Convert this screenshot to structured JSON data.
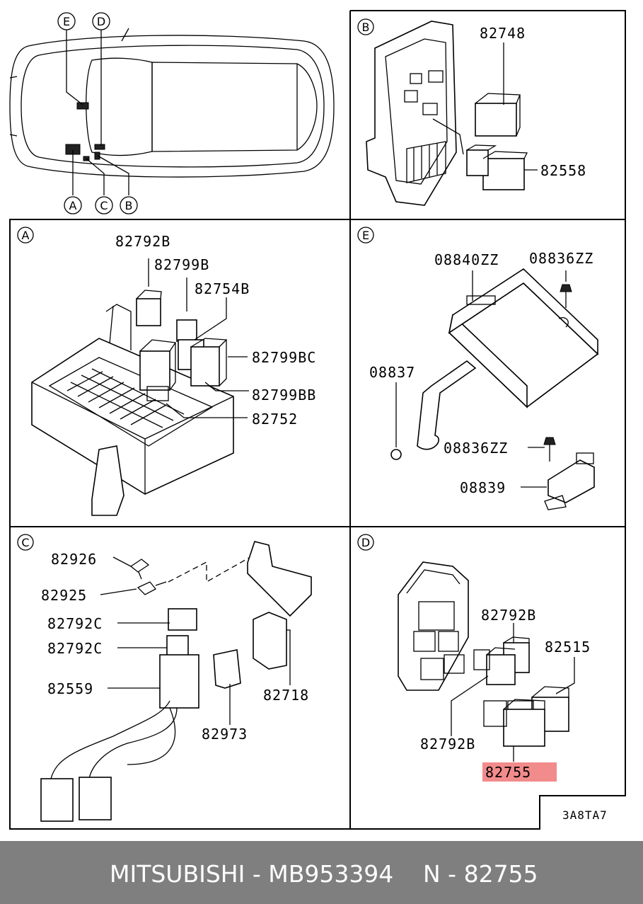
{
  "panels": {
    "overview": {
      "markers": [
        "E",
        "D",
        "A",
        "C",
        "B"
      ]
    },
    "b": {
      "label": "B",
      "parts": [
        "82748",
        "82558"
      ]
    },
    "a": {
      "label": "A",
      "parts": [
        "82792B",
        "82799B",
        "82754B",
        "82799BC",
        "82799BB",
        "82752"
      ]
    },
    "e": {
      "label": "E",
      "parts": [
        "08840ZZ",
        "08836ZZ",
        "08837",
        "08836ZZ",
        "08839"
      ]
    },
    "c": {
      "label": "C",
      "parts": [
        "82926",
        "82925",
        "82792C",
        "82792C",
        "82559",
        "82718",
        "82973"
      ]
    },
    "d": {
      "label": "D",
      "parts": [
        "82792B",
        "82515",
        "82792B",
        "82755"
      ],
      "highlight_part": "82755",
      "highlight_color": "#f28b8b"
    }
  },
  "figure_code": "3A8TA7",
  "footer": {
    "brand_part": "MITSUBISHI - MB953394",
    "ref": "N - 82755",
    "background": "#7f7f7f"
  }
}
